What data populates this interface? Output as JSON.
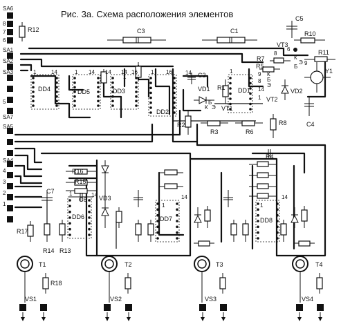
{
  "title": "Рис. 3а. Схема расположения элементов",
  "left_contacts": [
    "SA6",
    "8",
    "7",
    "6",
    "SA1",
    "SA2",
    "SA3",
    "5",
    "SA7",
    "SA5",
    "SA4",
    "4",
    "3",
    "2",
    "1"
  ],
  "resistors": [
    "R12",
    "R10",
    "R11",
    "R7",
    "R5",
    "R1",
    "R2",
    "R3",
    "R6",
    "R8",
    "R4",
    "R16",
    "R15",
    "R17",
    "R14",
    "R13",
    "R18"
  ],
  "capacitors": [
    "C5",
    "C3",
    "C1",
    "C2",
    "C4",
    "C7",
    "C6"
  ],
  "chips": [
    "DD4",
    "DD5",
    "DD3",
    "DD2",
    "DD1",
    "DD6",
    "DD7",
    "DD8"
  ],
  "diodes": [
    "VD1",
    "VD2",
    "VD3"
  ],
  "transistors": [
    "VT3",
    "VT1",
    "VT2",
    "T1",
    "T2",
    "T3",
    "T4"
  ],
  "outputs": [
    "VS1",
    "VS2",
    "VS3",
    "VS4"
  ],
  "crystal": "Y1",
  "pin_numbers": [
    "1",
    "14",
    "1",
    "14",
    "14",
    "16",
    "16",
    "1",
    "14",
    "1",
    "14",
    "1",
    "8",
    "9",
    "14",
    "1",
    "14",
    "1",
    "1",
    "14",
    "14",
    "1"
  ],
  "transistor_pins": [
    "К",
    "Э",
    "Б",
    "К",
    "Э",
    "Б",
    "К",
    "Э",
    "Б"
  ],
  "pin_marks": [
    "6",
    "9",
    "8"
  ]
}
